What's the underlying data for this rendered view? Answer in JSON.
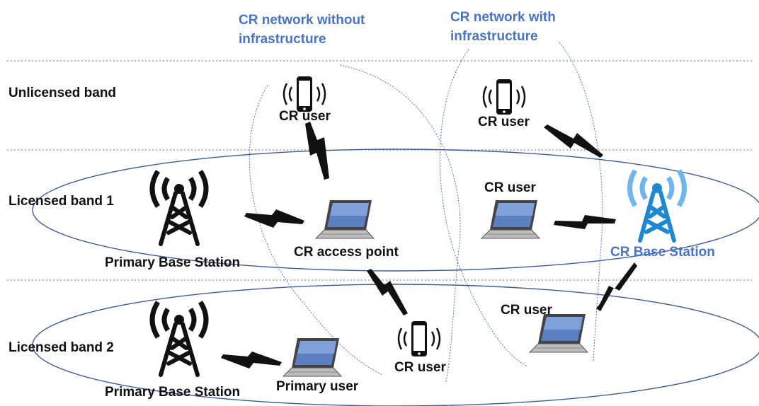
{
  "headings": {
    "without_infra_line1": "CR network without",
    "without_infra_line2": "infrastructure",
    "with_infra_line1": "CR network with",
    "with_infra_line2": "infrastructure"
  },
  "bands": {
    "unlicensed": "Unlicensed band",
    "licensed_1": "Licensed band 1",
    "licensed_2": "Licensed band 2"
  },
  "nodes": {
    "cr_user_top_left": "CR user",
    "cr_user_top_right": "CR user",
    "cr_access_point": "CR access point",
    "cr_user_laptop_band1": "CR user",
    "cr_base_station": "CR Base Station",
    "primary_bs_band1": "Primary Base Station",
    "primary_bs_band2": "Primary Base Station",
    "cr_user_laptop_band2": "CR user",
    "cr_user_phone_bottom": "CR user",
    "primary_user": "Primary user"
  },
  "colors": {
    "accent_blue": "#4a74c0",
    "cr_base_station_blue": "#1e88d0",
    "cr_base_station_waves": "#6fb6ee",
    "ellipse_stroke": "#3d5a96",
    "dark": "#111111"
  }
}
